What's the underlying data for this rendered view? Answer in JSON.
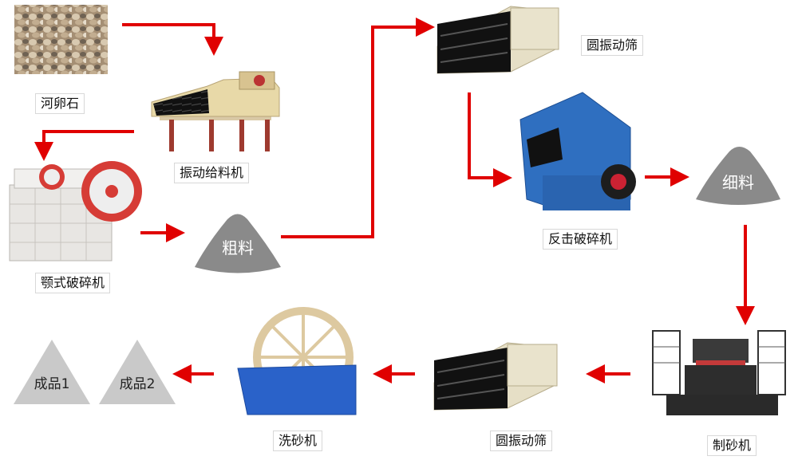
{
  "colors": {
    "arrow": "#e00000",
    "pile": "#8a8a8a",
    "triangle": "#c9c9c9",
    "screen": "#e6dfc6",
    "impact": "#2f6fc0",
    "washer_tank": "#2a62c9"
  },
  "nodes": {
    "pebble": "河卵石",
    "feeder": "振动给料机",
    "jaw": "颚式破碎机",
    "coarse": "粗料",
    "screen1": "圆振动筛",
    "impact": "反击破碎机",
    "fine": "细料",
    "sandmaker": "制砂机",
    "screen2": "圆振动筛",
    "washer": "洗砂机",
    "product2": "成品2",
    "product1": "成品1"
  }
}
